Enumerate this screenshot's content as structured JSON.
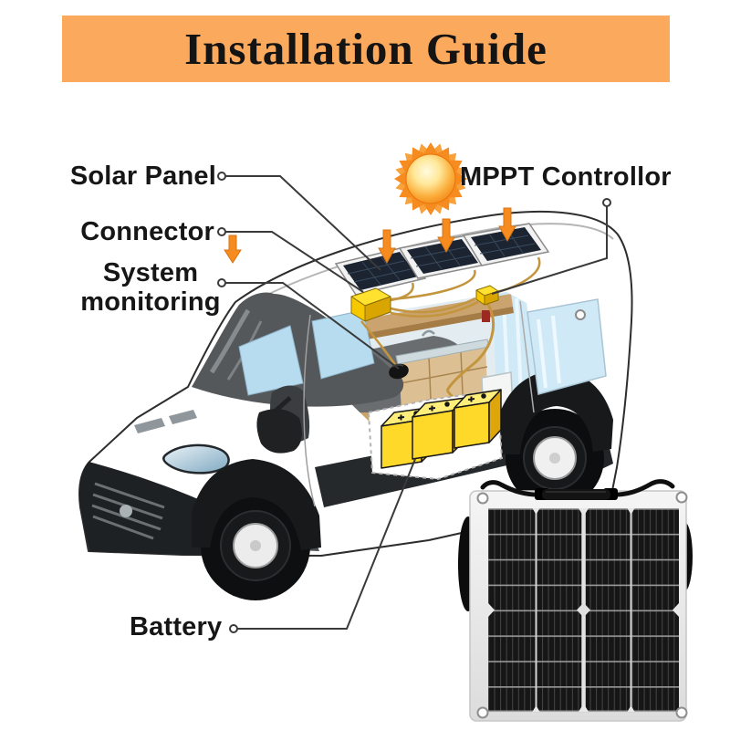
{
  "banner": {
    "title": "Installation Guide",
    "bg_color": "#FBA95C",
    "text_color": "#141414"
  },
  "callouts": {
    "solar_panel": {
      "label": "Solar Panel"
    },
    "connector": {
      "label": "Connector"
    },
    "system_monitoring": {
      "label": "System monitoring"
    },
    "mppt_controller": {
      "label": "MPPT Controllor"
    },
    "battery": {
      "label": "Battery"
    }
  },
  "illustration": {
    "subject": "cutaway camper van with rooftop solar kit",
    "roof_solar_panels": 3,
    "sunlight_arrows": 4,
    "batteries": 3
  },
  "product_image": {
    "item": "flexible solar panel",
    "cell_rows": 8,
    "cell_columns": 4,
    "corner_grommets": 4
  },
  "colors": {
    "banner_orange": "#FBA95C",
    "sun_orange": "#F68B1F",
    "arrow_orange": "#F68B1F",
    "wire_tan": "#C3953E",
    "battery_yellow": "#FFD92A",
    "cell_black": "#161616",
    "leader_line": "#3A3A3A"
  }
}
